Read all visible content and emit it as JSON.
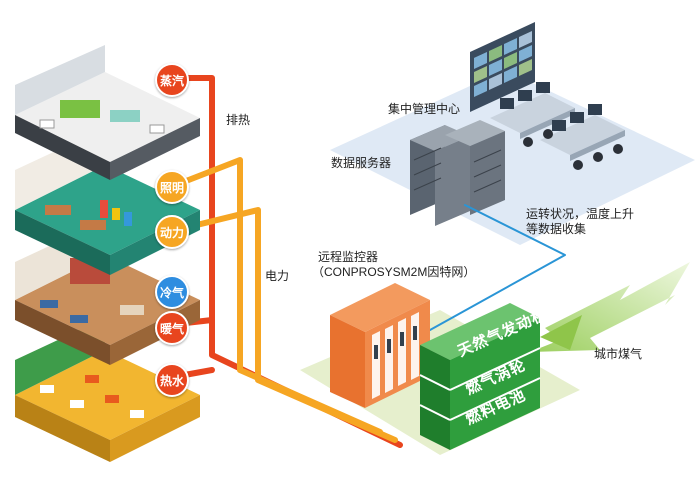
{
  "colors": {
    "steam": "#e8451e",
    "power": "#f6a623",
    "cooling": "#2e8de0",
    "data_link": "#2a95d6",
    "gas_arrow": "#a9d26c",
    "generator": "#2f9e3d"
  },
  "building_floors": [
    {
      "name": "floor-office"
    },
    {
      "name": "floor-retail"
    },
    {
      "name": "floor-apparel"
    },
    {
      "name": "floor-restaurant"
    }
  ],
  "badges": {
    "steam": "蒸汽",
    "lighting": "照明",
    "motive_power": "动力",
    "cooling": "冷气",
    "heating": "暖气",
    "hot_water": "热水"
  },
  "labels": {
    "exhaust_heat": "排热",
    "electricity": "电力",
    "central_mgmt": "集中管理中心",
    "data_server": "数据服务器",
    "status_line1": "运转状况，温度上升",
    "status_line2": "等数据收集",
    "remote_line1": "远程监控器",
    "remote_line2": "（CONPROSYSM2M因特网）",
    "city_gas": "城市煤气"
  },
  "generators": {
    "gas_engine": "天然气发动机",
    "gas_turbine": "燃气涡轮",
    "fuel_cell": "燃料电池"
  }
}
